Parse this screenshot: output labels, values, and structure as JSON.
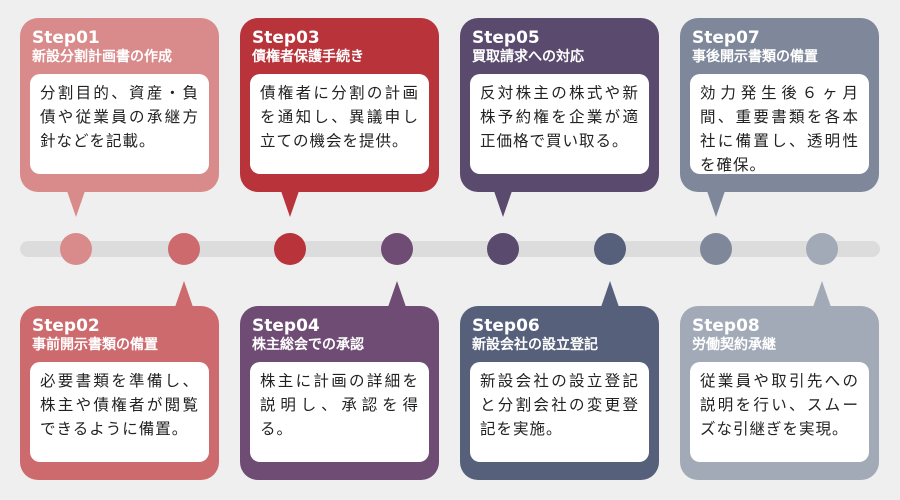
{
  "steps": [
    {
      "num": "Step01",
      "title": "新設分割計画書の作成",
      "body": "分割目的、資産・負債や従業員の承継方針などを記載。",
      "color": "#d98a8a"
    },
    {
      "num": "Step02",
      "title": "事前開示書類の備置",
      "body": "必要書類を準備し、株主や債権者が閲覧できるように備置。",
      "color": "#cd6a6d"
    },
    {
      "num": "Step03",
      "title": "債権者保護手続き",
      "body": "債権者に分割の計画を通知し、異議申し立ての機会を提供。",
      "color": "#b8333a"
    },
    {
      "num": "Step04",
      "title": "株主総会での承認",
      "body": "株主に計画の詳細を説明し、承認を得る。",
      "color": "#6f4c74"
    },
    {
      "num": "Step05",
      "title": "買取請求への対応",
      "body": "反対株主の株式や新株予約権を企業が適正価格で買い取る。",
      "color": "#5a4a6e"
    },
    {
      "num": "Step06",
      "title": "新設会社の設立登記",
      "body": "新設会社の設立登記と分割会社の変更登記を実施。",
      "color": "#56607a"
    },
    {
      "num": "Step07",
      "title": "事後開示書類の備置",
      "body": "効力発生後６ヶ月間、重要書類を各本社に備置し、透明性を確保。",
      "color": "#7f889a"
    },
    {
      "num": "Step08",
      "title": "労働契約承継",
      "body": "従業員や取引先への説明を行い、スムーズな引継ぎを実現。",
      "color": "#a2aab8"
    }
  ]
}
